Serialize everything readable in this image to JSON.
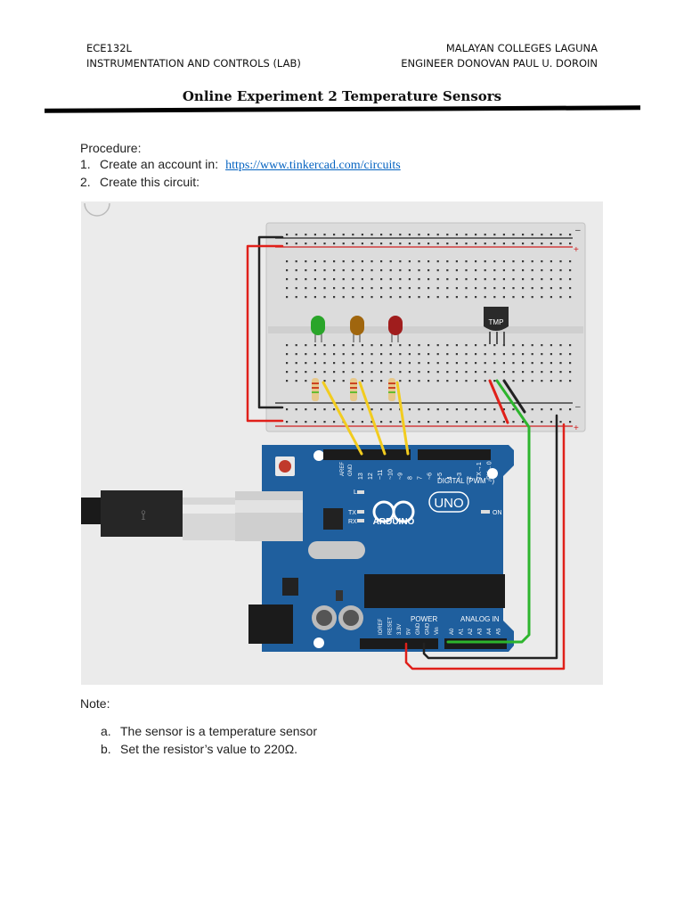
{
  "header": {
    "left_line1": "ECE132L",
    "left_line2": "INSTRUMENTATION AND CONTROLS (LAB)",
    "right_line1": "MALAYAN COLLEGES LAGUNA",
    "right_line2": "ENGINEER DONOVAN PAUL U. DOROIN"
  },
  "title": "Online Experiment 2 Temperature Sensors",
  "procedure": {
    "heading": "Procedure:",
    "steps": [
      {
        "num": "1.",
        "text": "Create an account in:",
        "link": "https://www.tinkercad.com/circuits"
      },
      {
        "num": "2.",
        "text": "Create this circuit:"
      }
    ]
  },
  "circuit": {
    "sensor_label": "TMP",
    "board_brand": "ARDUINO",
    "board_model": "UNO",
    "digital_label": "DIGITAL (PWM ~)",
    "power_label": "POWER",
    "analog_label": "ANALOG IN",
    "on_label": "ON",
    "tx_label": "TX",
    "rx_label": "RX",
    "l_label": "L",
    "aref_label": "AREF",
    "gnd_label": "GND",
    "power_pins": [
      "IOREF",
      "RESET",
      "3.3V",
      "5V",
      "GND",
      "GND",
      "Vin"
    ],
    "analog_pins": [
      "A0",
      "A1",
      "A2",
      "A3",
      "A4",
      "A5"
    ],
    "digital_pins": [
      "13",
      "12",
      "~11",
      "~10",
      "~9",
      "8",
      "7",
      "~6",
      "~5",
      "4",
      "~3",
      "2",
      "TX→1",
      "RX←0"
    ],
    "led_colors": [
      "#2aa52a",
      "#a0660e",
      "#a01d1d"
    ],
    "wire_colors": {
      "red": "#e0201a",
      "black": "#222222",
      "green": "#2db52d",
      "yellow": "#f2cc1f"
    },
    "board_color": "#1f5f9e"
  },
  "note": {
    "heading": "Note:",
    "items": [
      {
        "letter": "a.",
        "text": "The sensor is a temperature sensor"
      },
      {
        "letter": "b.",
        "text": "Set the resistor’s value to 220Ω."
      }
    ]
  }
}
